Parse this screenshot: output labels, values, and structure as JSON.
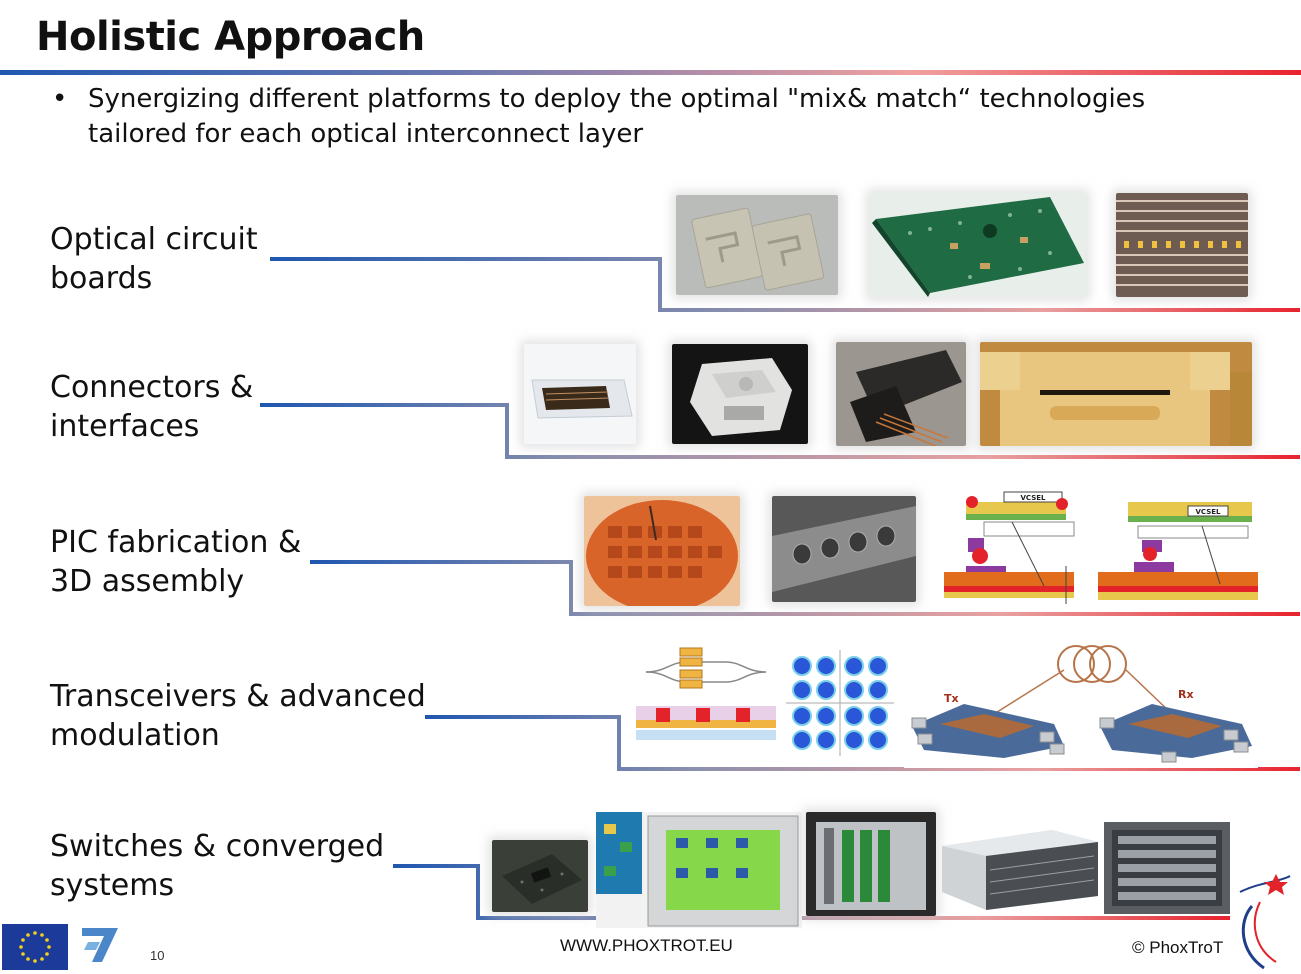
{
  "header": {
    "title": "Holistic Approach",
    "bullet": "Synergizing different platforms to deploy the optimal \"mix& match“ technologies tailored for each optical interconnect layer"
  },
  "layers": [
    {
      "line1": "Optical circuit",
      "line2": "boards"
    },
    {
      "line1": "Connectors &",
      "line2": "interfaces"
    },
    {
      "line1": "PIC fabrication &",
      "line2": "3D assembly"
    },
    {
      "line1": "Transceivers & advanced",
      "line2": "modulation"
    },
    {
      "line1": "Switches & converged",
      "line2": "systems"
    }
  ],
  "diagram_labels": {
    "vcsel_1": "VCSEL",
    "vcsel_2": "VCSEL",
    "tx": "Tx",
    "rx": "Rx"
  },
  "footer": {
    "url": "WWW.PHOXTROT.EU",
    "copyright": "© PhoxTroT",
    "page_number": "10"
  },
  "colors": {
    "blue": "#1f57b0",
    "red": "#e8232e"
  }
}
